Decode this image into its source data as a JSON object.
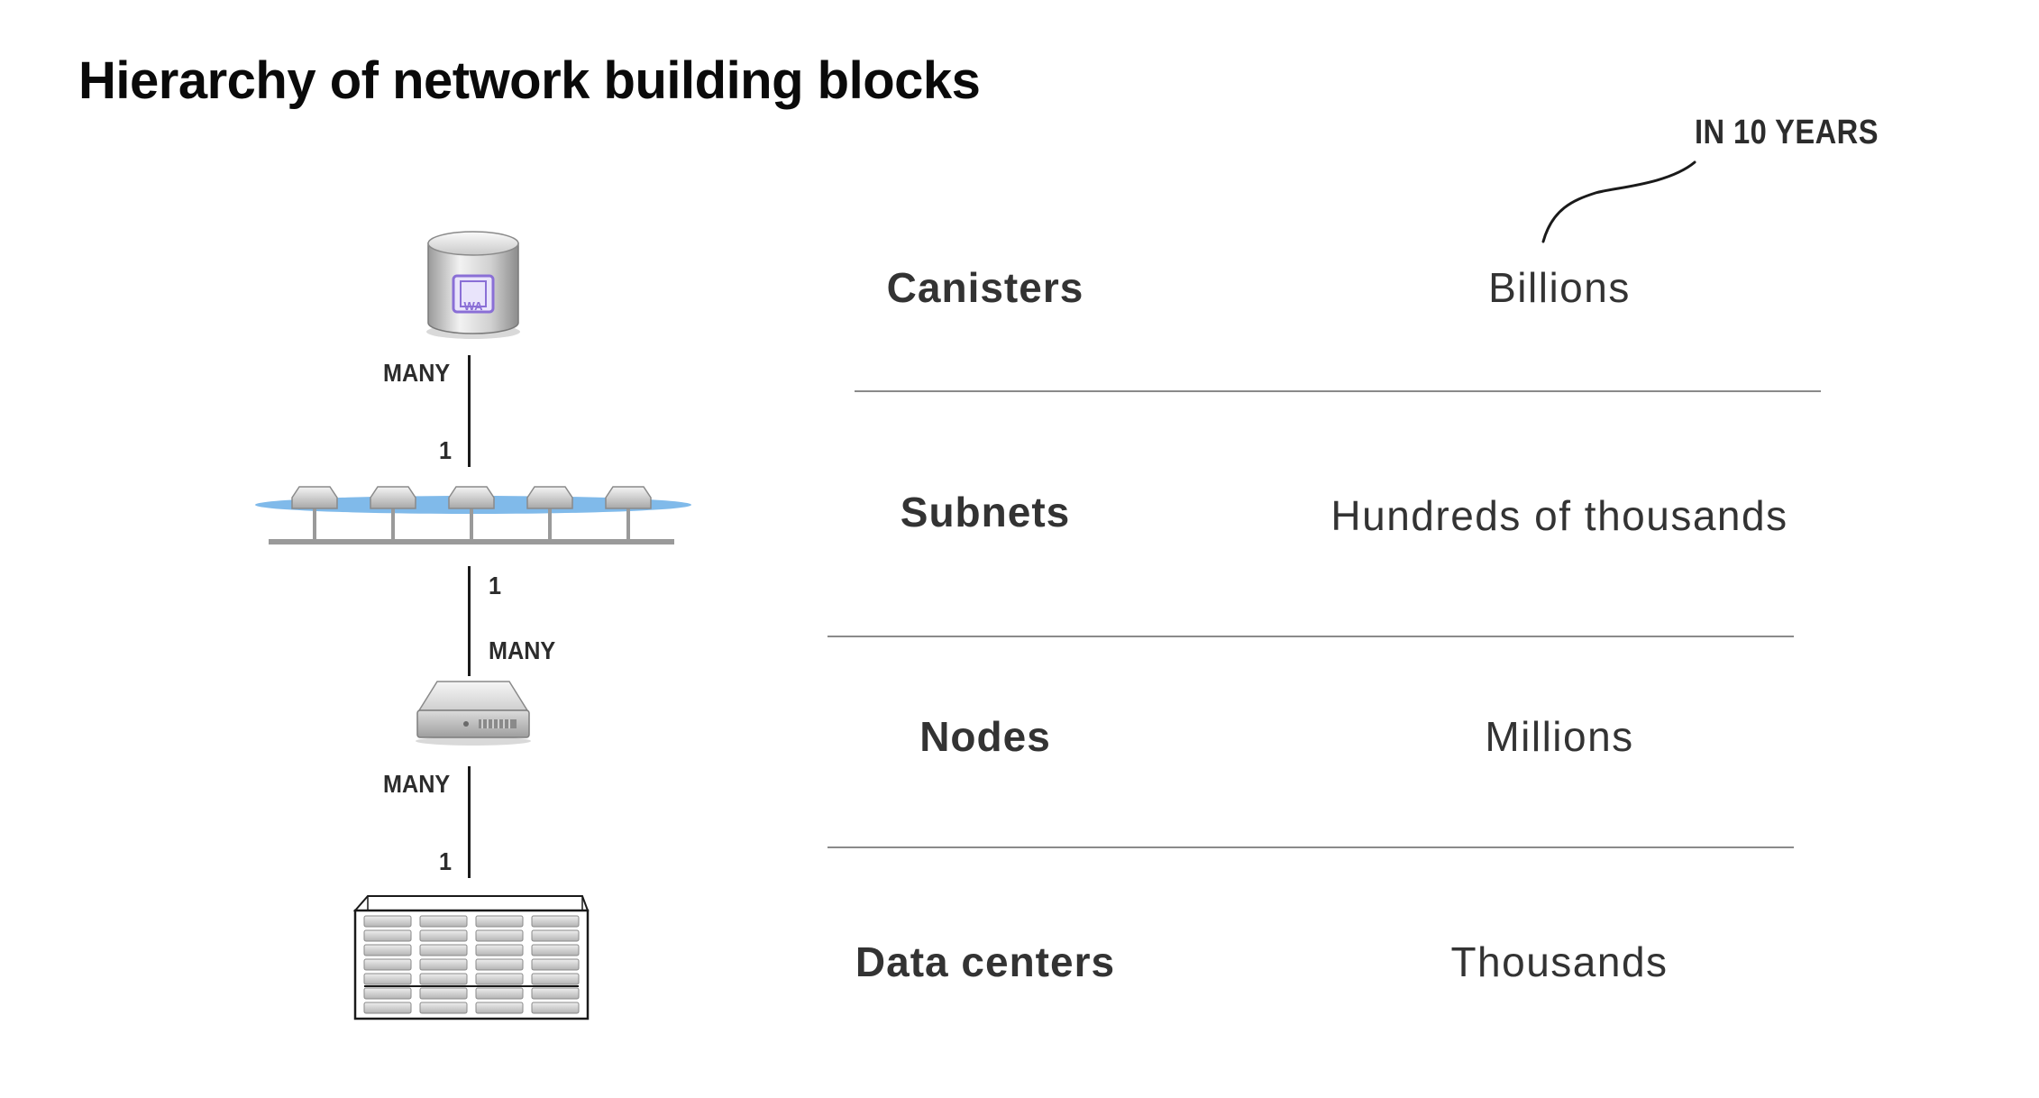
{
  "title": "Hierarchy of network building blocks",
  "note": "IN 10 YEARS",
  "rows": [
    {
      "label": "Canisters",
      "count": "Billions"
    },
    {
      "label": "Subnets",
      "count": "Hundreds of thousands"
    },
    {
      "label": "Nodes",
      "count": "Millions"
    },
    {
      "label": "Data centers",
      "count": "Thousands"
    }
  ],
  "canister_badge": "WA",
  "links": [
    {
      "upper": "MANY",
      "lower": "1"
    },
    {
      "upper": "1",
      "lower": "MANY"
    },
    {
      "upper": "MANY",
      "lower": "1"
    }
  ],
  "colors": {
    "subnet_accent": "#6aaee6",
    "canister_accent": "#8a6fd6",
    "line": "#1a1a1a"
  },
  "icons": [
    "canister-icon",
    "subnet-icon",
    "node-server-icon",
    "data-center-icon"
  ]
}
